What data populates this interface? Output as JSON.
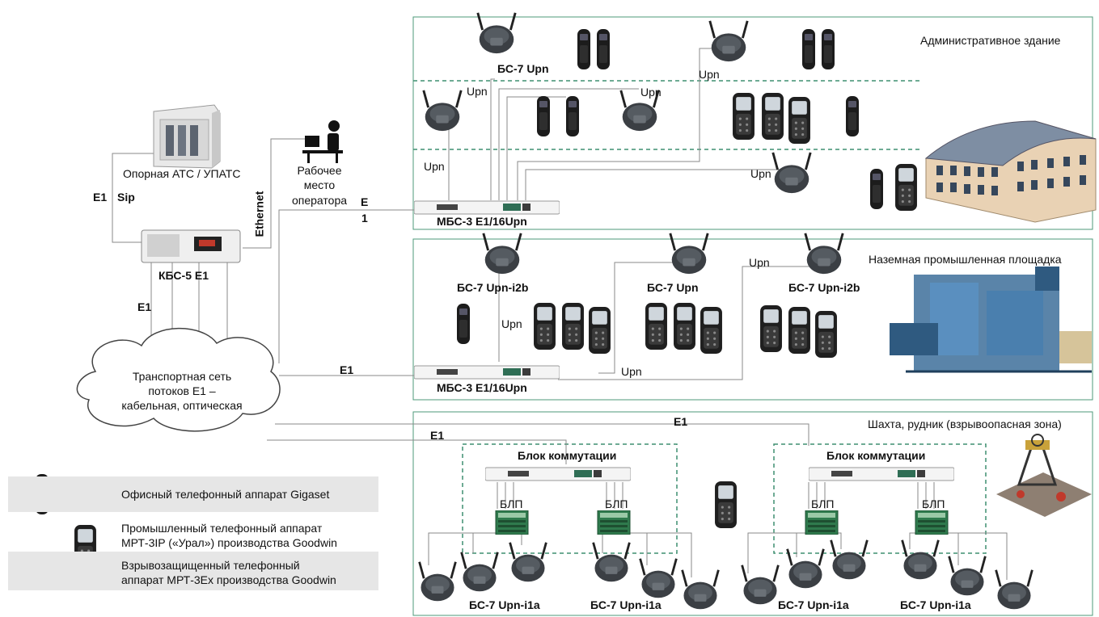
{
  "zones": {
    "admin": "Административное здание",
    "ground": "Наземная промышленная площадка",
    "mine": "Шахта, рудник (взрывоопасная зона)"
  },
  "core": {
    "ats": "Опорная АТС / УПАТС",
    "operator_1": "Рабочее",
    "operator_2": "место",
    "operator_3": "оператора",
    "kbs": "КБС-5 Е1",
    "network_1": "Транспортная сеть",
    "network_2": "потоков Е1 –",
    "network_3": "кабельная, оптическая"
  },
  "links": {
    "e1": "E1",
    "e1_cyr": "Е1",
    "sip": "Sip",
    "ethernet": "Ethernet",
    "e_part": "E",
    "one": "1",
    "upn": "Upn"
  },
  "devices": {
    "mbs": "МБС-3 Е1/16Upn",
    "bs7_upn": "БС-7 Upn",
    "bs7_i2b": "БС-7 Upn-i2b",
    "bs7_i1a": "БС-7 Upn-i1a",
    "blok": "Блок коммутации",
    "blp": "БЛП"
  },
  "legend": {
    "gigaset": "Офисный телефонный аппарат Gigaset",
    "ural_1": "Промышленный телефонный аппарат",
    "ural_2": "МРТ-3IP («Урал») производства Goodwin",
    "ex_1": "Взрывозащищенный телефонный",
    "ex_2": "аппарат МРТ-3Ex производства Goodwin"
  },
  "icons": [
    "base-station-icon",
    "gigaset-phone-icon",
    "industrial-phone-icon",
    "mux-rack-icon",
    "pbx-cabinet-icon",
    "operator-workstation-icon",
    "building-icon",
    "industrial-plant-icon",
    "mine-headframe-icon",
    "blp-board-icon",
    "cloud-icon"
  ],
  "colors": {
    "zone_border": "#4c9a7a",
    "dashed": "#3f8f70",
    "line": "#8a8a8a",
    "legend_band": "#e6e6e6"
  }
}
